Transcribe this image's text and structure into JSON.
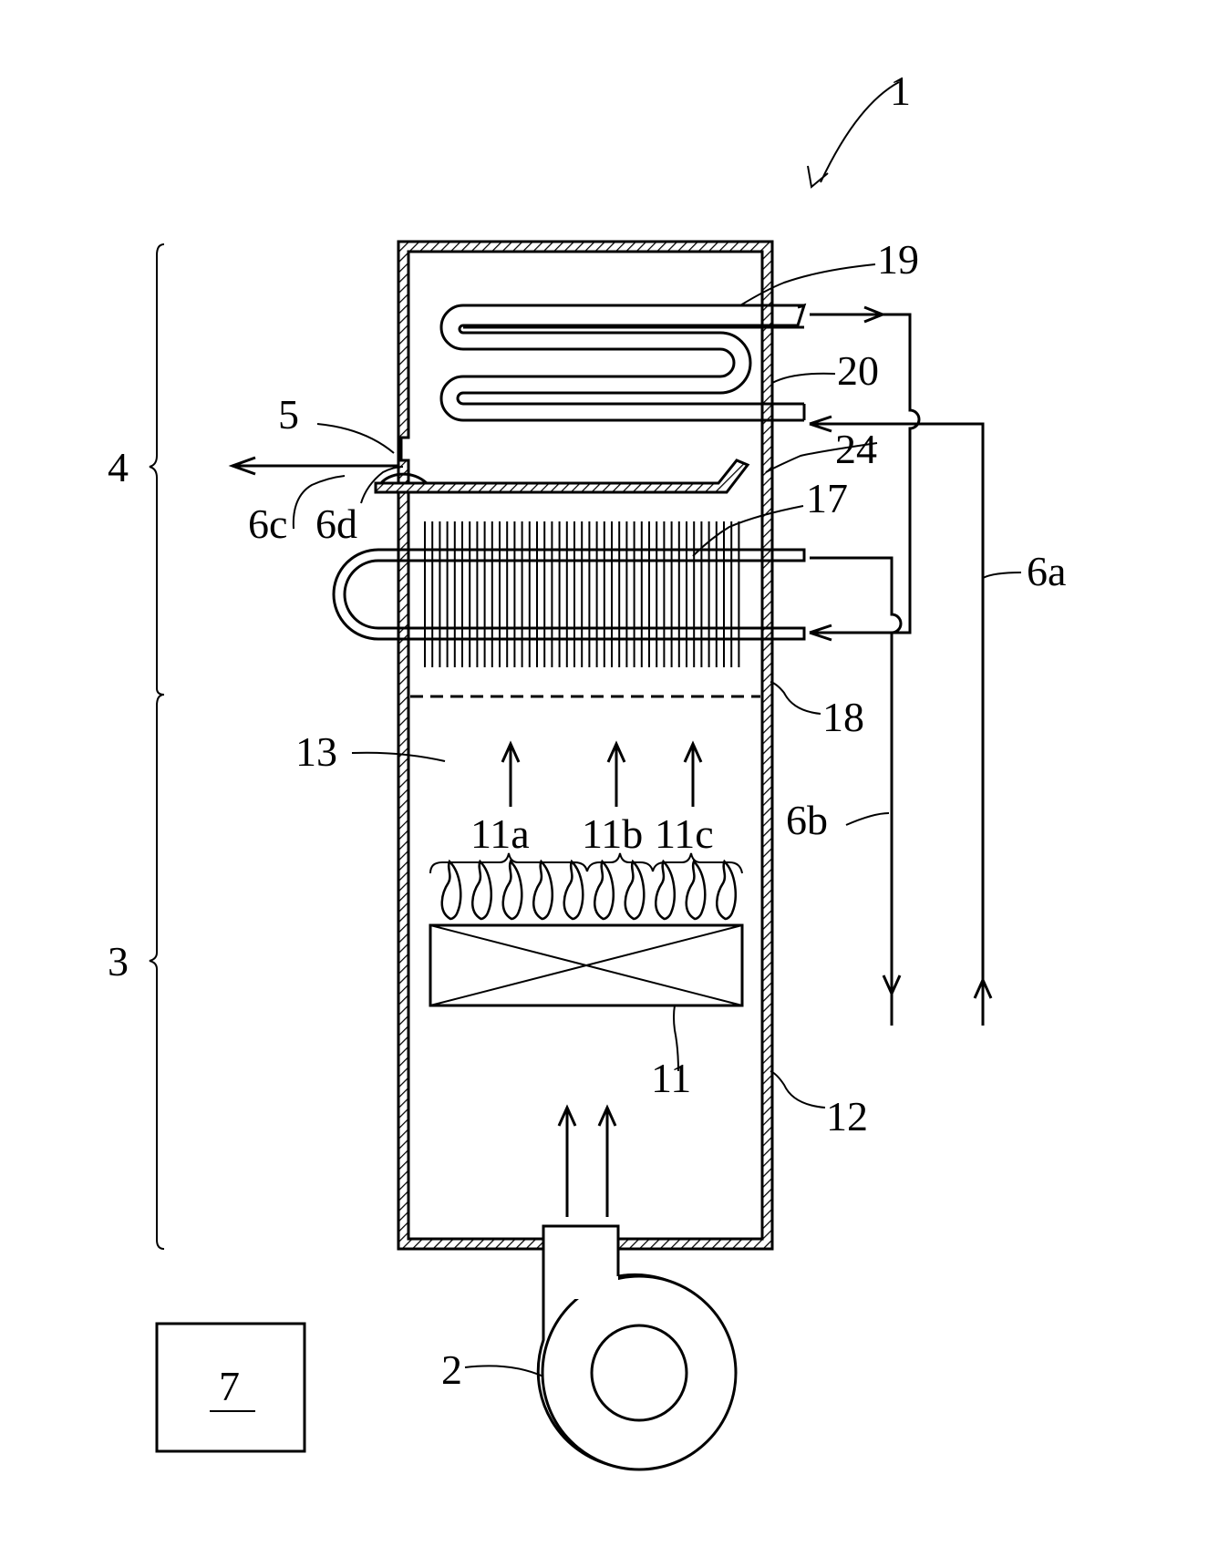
{
  "labels": {
    "device": "1",
    "fan": "2",
    "combustion_section": "3",
    "heat_exchange_section": "4",
    "exhaust_port": "5",
    "pipe_inlet": "6a",
    "pipe_outlet": "6b",
    "pipe_drain": "6c",
    "pipe_drain_end": "6d",
    "controller": "7",
    "burner": "11",
    "burner_group_a": "11a",
    "burner_group_b": "11b",
    "burner_group_c": "11c",
    "casing": "12",
    "combustion_chamber": "13",
    "primary_heat_exchanger": "17",
    "partition": "18",
    "secondary_heat_exchanger": "19",
    "secondary_chamber": "20",
    "drain_receiver": "24"
  },
  "colors": {
    "line": "#000000",
    "background": "#ffffff"
  }
}
